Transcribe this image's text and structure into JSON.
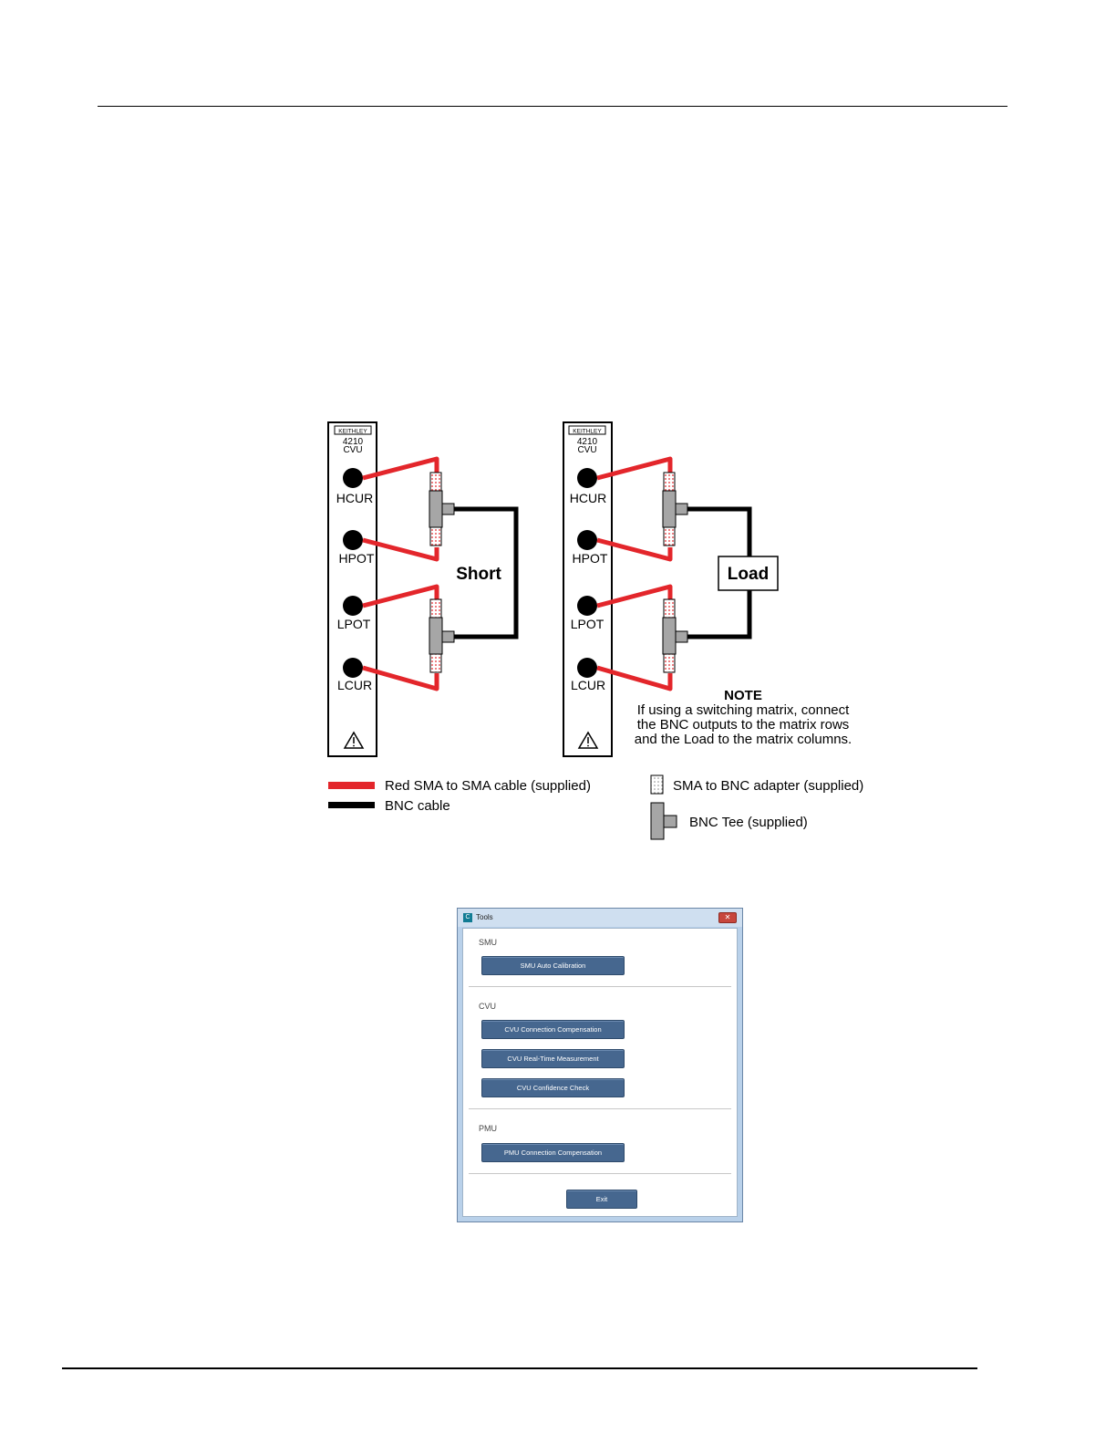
{
  "diagram": {
    "panels": [
      {
        "brand": "KEITHLEY",
        "model": "4210",
        "unit": "CVU",
        "terminals": [
          "HCUR",
          "HPOT",
          "LPOT",
          "LCUR"
        ],
        "warning_symbol": "⚠"
      },
      {
        "brand": "KEITHLEY",
        "model": "4210",
        "unit": "CVU",
        "terminals": [
          "HCUR",
          "HPOT",
          "LPOT",
          "LCUR"
        ],
        "warning_symbol": "⚠"
      }
    ],
    "short_label": "Short",
    "load_label": "Load",
    "note": {
      "title": "NOTE",
      "lines": [
        "If using a switching matrix, connect",
        "the BNC outputs to the matrix rows",
        "and the Load to the matrix columns."
      ]
    },
    "legend": {
      "red_cable": "Red SMA to SMA cable (supplied)",
      "bnc_cable": "BNC cable",
      "adapter": "SMA to BNC adapter (supplied)",
      "tee": "BNC Tee (supplied)"
    },
    "colors": {
      "red_cable": "#e3262b",
      "bnc_cable": "#000000",
      "tee": "#a6a6a6"
    }
  },
  "tools_window": {
    "title": "Tools",
    "app_icon": "C",
    "close_symbol": "✕",
    "sections": {
      "smu": {
        "label": "SMU",
        "buttons": [
          "SMU Auto Calibration"
        ]
      },
      "cvu": {
        "label": "CVU",
        "buttons": [
          "CVU Connection Compensation",
          "CVU Real-Time Measurement",
          "CVU Confidence Check"
        ]
      },
      "pmu": {
        "label": "PMU",
        "buttons": [
          "PMU Connection Compensation"
        ]
      }
    },
    "exit_label": "Exit",
    "colors": {
      "button": "#46678f",
      "frame": "#b9d1ea"
    }
  }
}
